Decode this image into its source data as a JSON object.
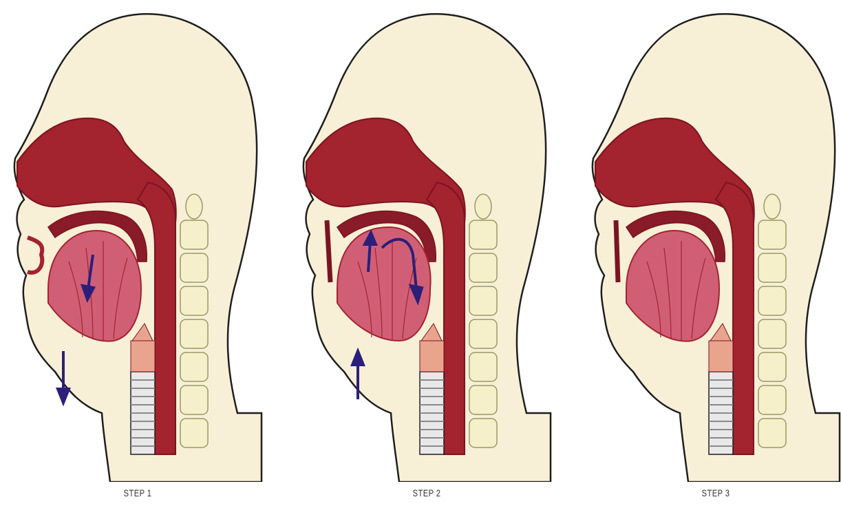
{
  "steps": [
    {
      "label": "STEP 1"
    },
    {
      "label": "STEP 2"
    },
    {
      "label": "STEP 3"
    }
  ],
  "colors": {
    "head_fill": "#f8efd7",
    "outline": "#1e1e1e",
    "tissue": "#a3232f",
    "tissue_dark": "#7a1520",
    "tongue": "#d05f76",
    "arrow": "#2b1f7a",
    "vertebra": "#f5f0c9",
    "trachea": "#bfbfbf"
  }
}
